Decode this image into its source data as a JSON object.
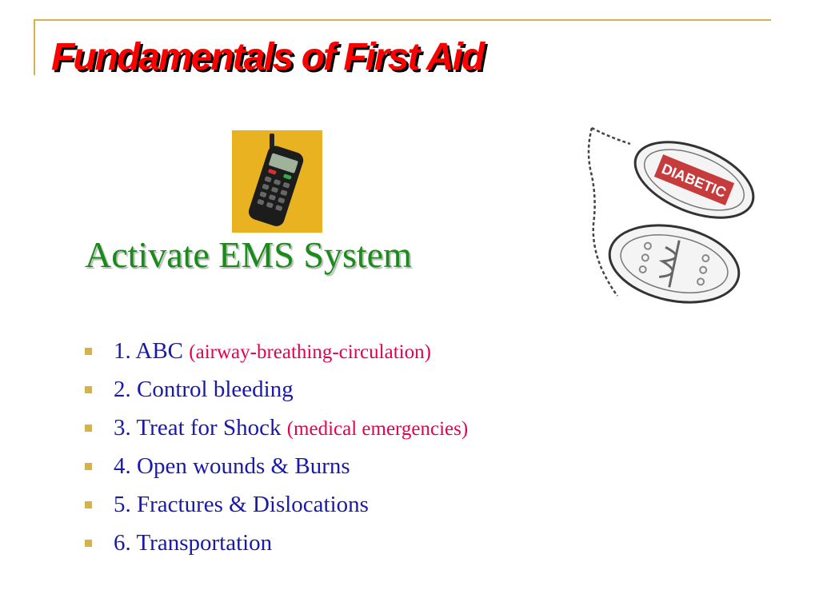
{
  "slide": {
    "title": "Fundamentals of First Aid",
    "subtitle": "Activate EMS System",
    "tag_text": "DIABETIC",
    "items": [
      {
        "main": "1. ABC ",
        "note": "(airway-breathing-circulation)"
      },
      {
        "main": "2. Control bleeding",
        "note": ""
      },
      {
        "main": "3. Treat for Shock ",
        "note": "(medical emergencies)"
      },
      {
        "main": "4. Open wounds & Burns",
        "note": ""
      },
      {
        "main": "5. Fractures & Dislocations",
        "note": ""
      },
      {
        "main": "6. Transportation",
        "note": ""
      }
    ],
    "colors": {
      "title": "#ff0000",
      "subtitle": "#1a8a1a",
      "body_text": "#1a1aa8",
      "note_text": "#e8004c",
      "accent": "#d4b24c"
    },
    "icons": [
      "cell-phone-icon",
      "medical-alert-tag-icon"
    ]
  }
}
